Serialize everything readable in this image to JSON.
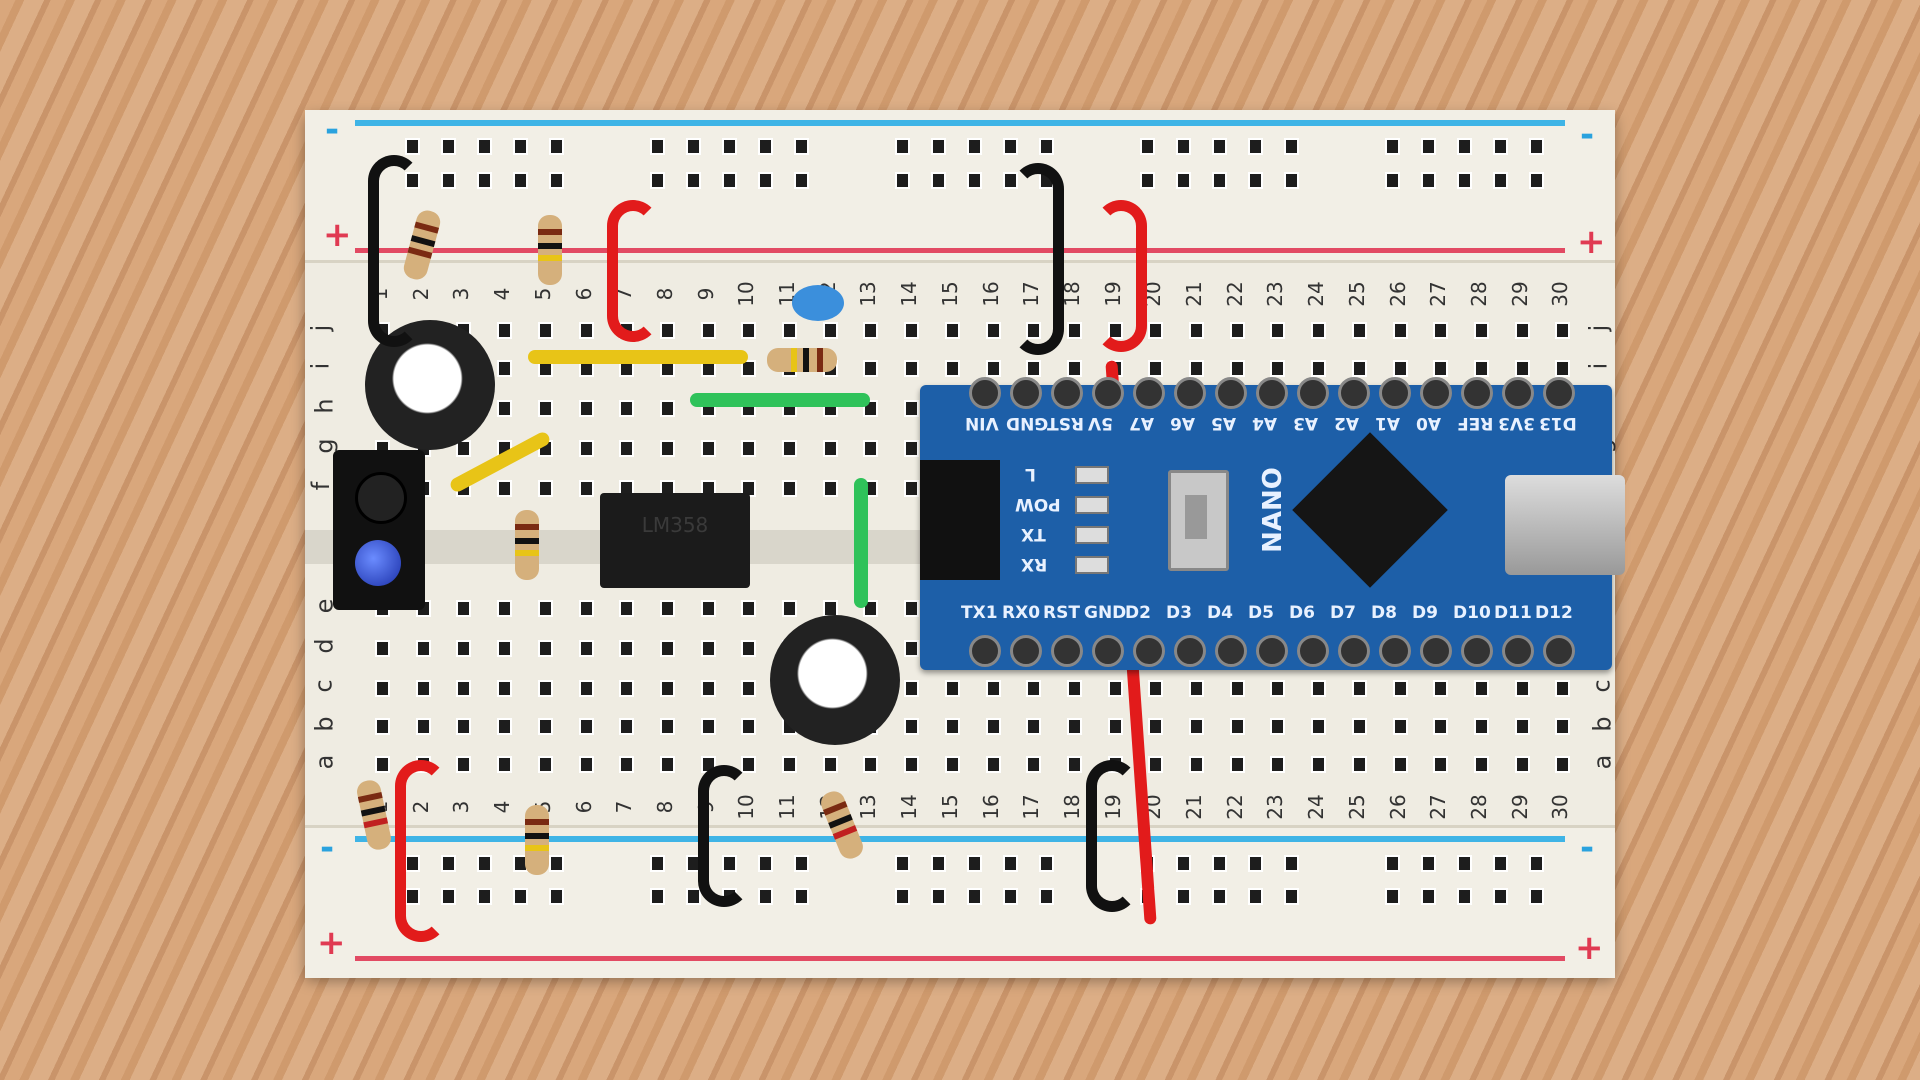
{
  "breadboard": {
    "column_numbers": [
      "1",
      "2",
      "3",
      "4",
      "5",
      "6",
      "7",
      "8",
      "9",
      "10",
      "11",
      "12",
      "13",
      "14",
      "15",
      "16",
      "17",
      "18",
      "19",
      "20",
      "21",
      "22",
      "23",
      "24",
      "25",
      "26",
      "27",
      "28",
      "29",
      "30"
    ],
    "rows_top": [
      "j",
      "i",
      "h",
      "g",
      "f"
    ],
    "rows_bottom": [
      "e",
      "d",
      "c",
      "b",
      "a"
    ],
    "rail_plus": "+",
    "rail_minus": "-"
  },
  "ic": {
    "label": "LM358"
  },
  "nano": {
    "name": "NANO",
    "top_pins": [
      "VIN",
      "GND",
      "RST",
      "5V",
      "A7",
      "A6",
      "A5",
      "A4",
      "A3",
      "A2",
      "A1",
      "A0",
      "REF",
      "3V3",
      "D13"
    ],
    "bottom_pins": [
      "TX1",
      "RX0",
      "RST",
      "GND",
      "D2",
      "D3",
      "D4",
      "D5",
      "D6",
      "D7",
      "D8",
      "D9",
      "D10",
      "D11",
      "D12"
    ],
    "leds": [
      "L",
      "POW",
      "TX",
      "RX"
    ]
  },
  "colors": {
    "rail_blue": "#3fb4e6",
    "rail_red": "#e24a63",
    "pcb_blue": "#1d5fa8"
  }
}
